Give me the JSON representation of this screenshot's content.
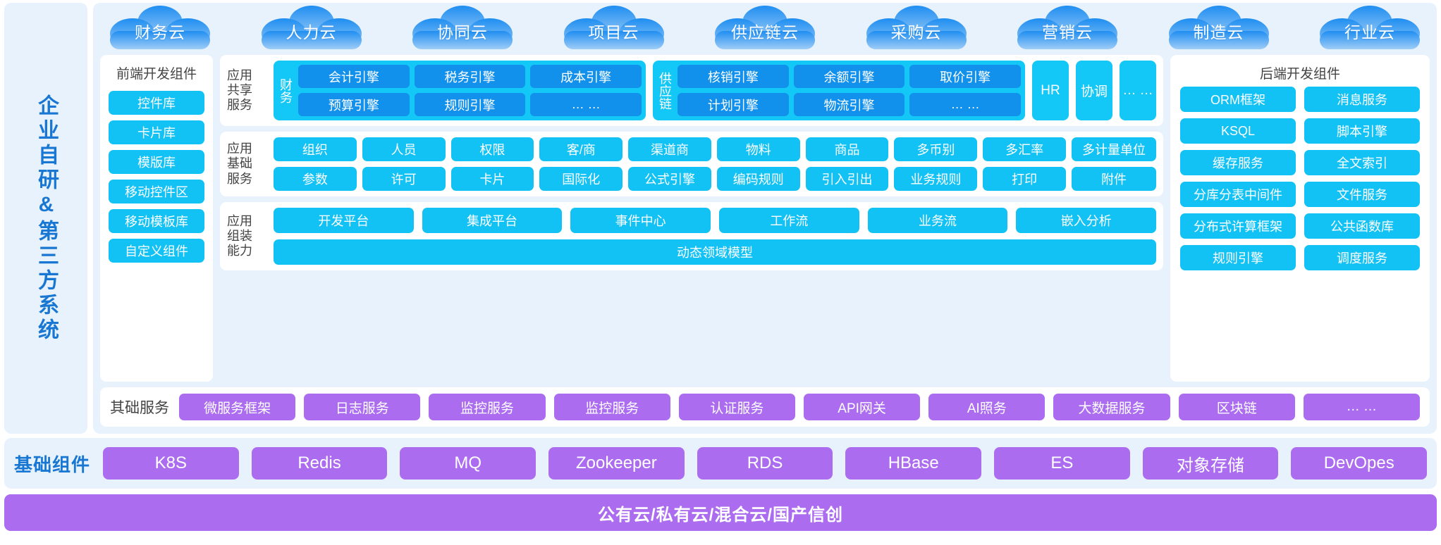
{
  "left_rail": {
    "label": "企业自研&第三方系统"
  },
  "clouds": [
    {
      "label": "财务云"
    },
    {
      "label": "人力云"
    },
    {
      "label": "协同云"
    },
    {
      "label": "项目云"
    },
    {
      "label": "供应链云"
    },
    {
      "label": "采购云"
    },
    {
      "label": "营销云"
    },
    {
      "label": "制造云"
    },
    {
      "label": "行业云"
    }
  ],
  "frontend": {
    "title": "前端开发组件",
    "items": [
      "控件库",
      "卡片库",
      "模版库",
      "移动控件区",
      "移动模板库",
      "自定义组件"
    ]
  },
  "backend": {
    "title": "后端开发组件",
    "items": [
      "ORM框架",
      "消息服务",
      "KSQL",
      "脚本引擎",
      "缓存服务",
      "全文索引",
      "分库分表中间件",
      "文件服务",
      "分布式许算框架",
      "公共函数库",
      "规则引擎",
      "调度服务"
    ]
  },
  "shared_services": {
    "label": "应用\n共享\n服务",
    "groups": [
      {
        "name": "财务",
        "items": [
          "会计引擎",
          "税务引擎",
          "成本引擎",
          "预算引擎",
          "规则引擎",
          "… …"
        ]
      },
      {
        "name": "供应链",
        "items": [
          "核销引擎",
          "余额引擎",
          "取价引擎",
          "计划引擎",
          "物流引擎",
          "… …"
        ]
      }
    ],
    "tall_chips": [
      "HR",
      "协调",
      "… …"
    ]
  },
  "basic_services": {
    "label": "应用\n基础\n服务",
    "row1": [
      "组织",
      "人员",
      "权限",
      "客/商",
      "渠道商",
      "物料",
      "商品",
      "多币别",
      "多汇率"
    ],
    "row2": [
      "参数",
      "许可",
      "卡片",
      "国际化",
      "公式引擎",
      "编码规则",
      "引入引出",
      "业务规则",
      "打印"
    ],
    "row1_extra": "多计量单位",
    "row2_extra": "附件"
  },
  "assembly": {
    "label": "应用\n组装\n能力",
    "row1": [
      "开发平台",
      "集成平台",
      "事件中心",
      "工作流",
      "业务流",
      "嵌入分析"
    ],
    "wide": "动态领域模型"
  },
  "platform_services": {
    "label": "其础服务",
    "items": [
      "微服务框架",
      "日志服务",
      "监控服务",
      "监控服务",
      "认证服务",
      "API网关",
      "AI照务",
      "大数据服务",
      "区块链",
      "… …"
    ]
  },
  "infrastructure": {
    "label": "基础组件",
    "items": [
      "K8S",
      "Redis",
      "MQ",
      "Zookeeper",
      "RDS",
      "HBase",
      "ES",
      "对象存储",
      "DevOpes"
    ]
  },
  "footer": {
    "label": "公有云/私有云/混合云/国产信创"
  },
  "colors": {
    "panel_bg": "#e8f2fd",
    "cyan": "#13c2f5",
    "cyan_deep": "#13c8f7",
    "blue": "#1190ec",
    "purple": "#ac6cf0",
    "brand_blue": "#1877d2",
    "white": "#ffffff",
    "text_dark": "#444444"
  }
}
